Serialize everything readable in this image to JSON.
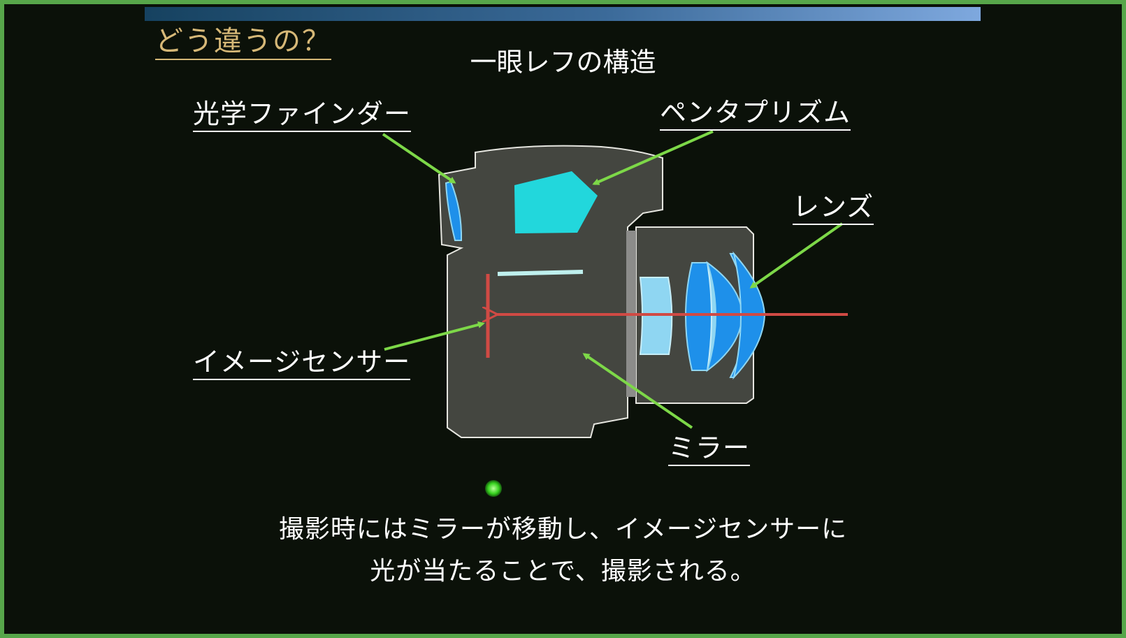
{
  "heading": "どう違うの？",
  "diagram_title": "一眼レフの構造",
  "labels": {
    "optical_finder": "光学ファインダー",
    "pentaprism": "ペンタプリズム",
    "lens": "レンズ",
    "image_sensor": "イメージセンサー",
    "mirror": "ミラー"
  },
  "caption": {
    "line1": "撮影時にはミラーが移動し、イメージセンサーに",
    "line2": "光が当たることで、撮影される。"
  },
  "colors": {
    "background": "#0b1109",
    "frame": "#57a64a",
    "heading": "#d6b877",
    "body": "#444640",
    "prism": "#22d7dc",
    "lens_blue": "#1e90ea",
    "lens_light": "#8fd6f2",
    "mirror": "#bff0ee",
    "light_ray": "#d04a44",
    "arrow": "#7dd848"
  }
}
